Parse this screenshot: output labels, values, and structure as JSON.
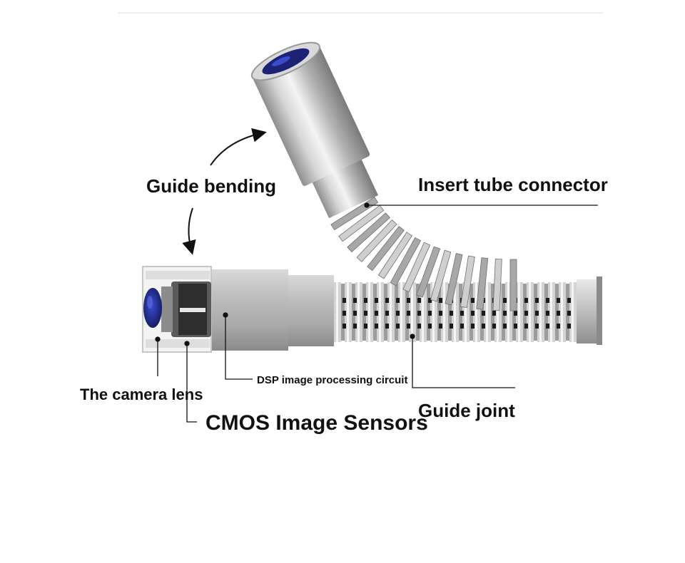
{
  "labels": {
    "guide_bending": "Guide bending",
    "insert_tube_connector": "Insert tube connector",
    "dsp_circuit": "DSP image processing circuit",
    "camera_lens": "The camera lens",
    "cmos_sensors": "CMOS Image Sensors",
    "guide_joint": "Guide joint"
  },
  "colors": {
    "metal_light": "#e6e6e6",
    "metal_mid": "#b9b9b9",
    "metal_dark": "#7d7d7d",
    "lens_blue": "#1f2a8c",
    "line": "#111111"
  }
}
